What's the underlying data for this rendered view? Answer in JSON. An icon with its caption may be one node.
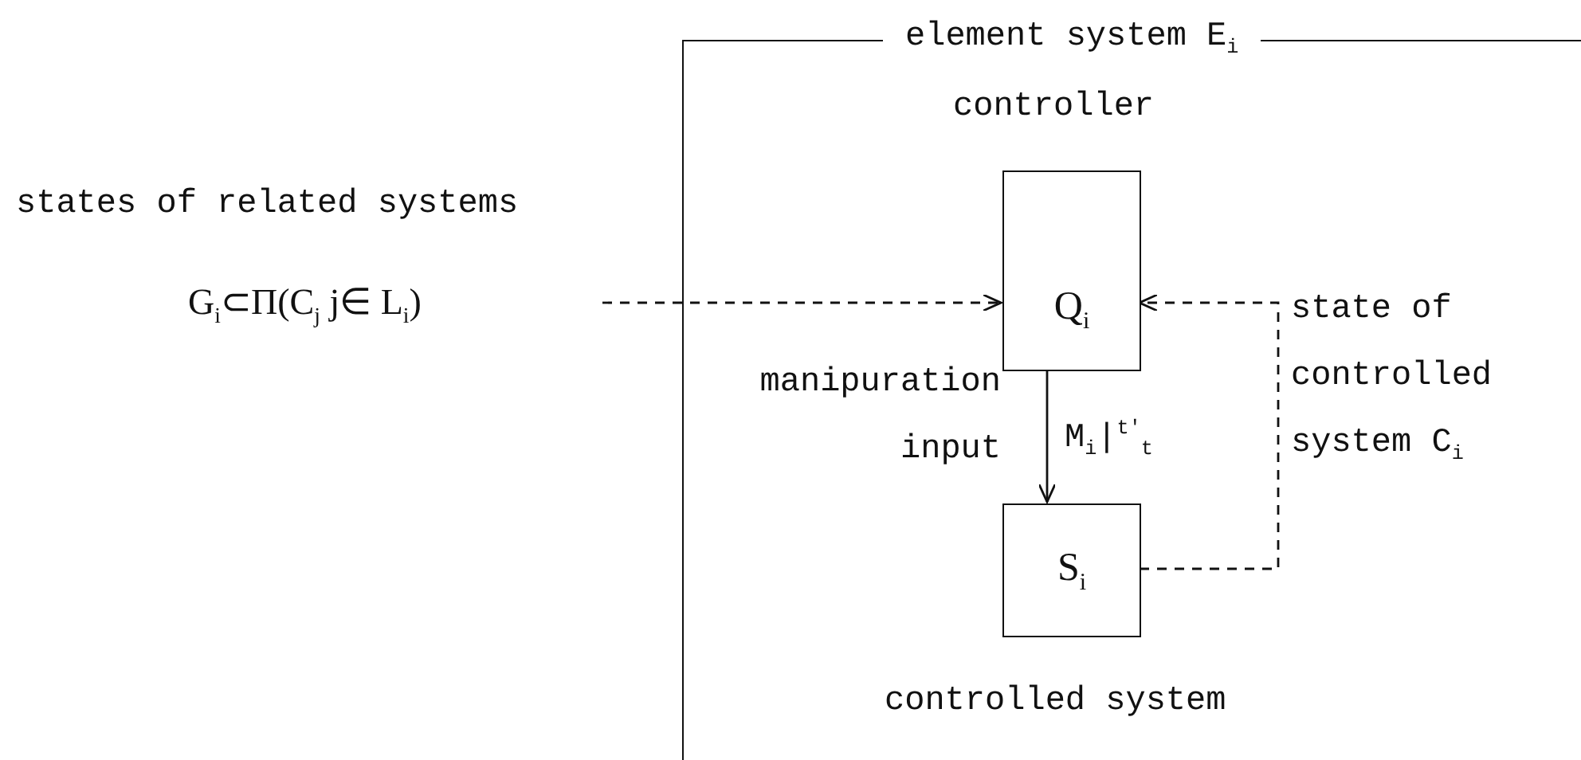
{
  "diagram": {
    "nodes": [
      {
        "text": [
          "element system E$_{i}$"
        ]
      },
      {
        "text": [
          "Q$_{i}$"
        ],
        "in": 0,
        "beside": [
          "controller"
        ]
      },
      {
        "text": [
          "S$_{i}$"
        ],
        "in": 0,
        "beside": [
          "controlled system"
        ]
      },
      {
        "text": [
          "G$_{i}$⊂Π(C$_{j}$ j∈ L$_{i}$)"
        ],
        "beside": [
          "states of related systems"
        ]
      }
    ],
    "edges": [
      {
        "from": 3,
        "to": 1,
        "arrow": "to",
        "style": "dashed"
      },
      {
        "from": 1,
        "to": 2,
        "arrow": "to",
        "label": "M$_{i}$|$^{t'}$$_{t}$"
      },
      {
        "from": 2,
        "to": 1,
        "arrow": "to",
        "style": "dashed",
        "label": "state of controlled system C$_{i}$"
      }
    ],
    "labels": [
      "manipuration input"
    ]
  }
}
